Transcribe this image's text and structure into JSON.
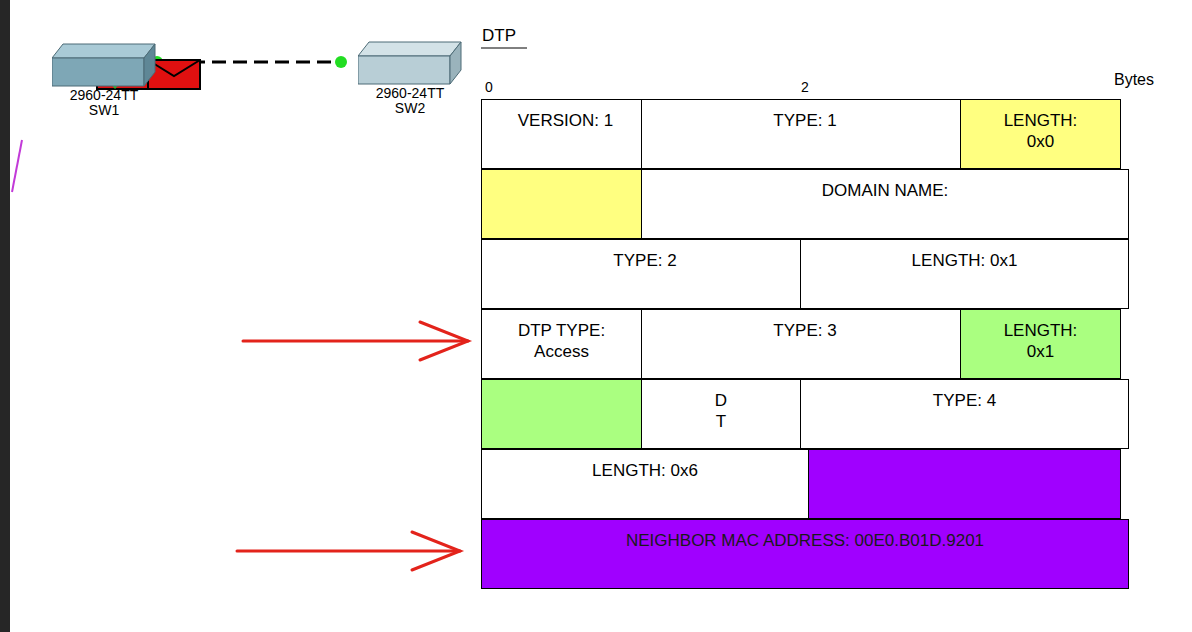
{
  "diagram": {
    "nodes": [
      {
        "text": [
          "2960-24TT",
          "SW1"
        ]
      },
      {
        "text": [
          "2960-24TT",
          "SW2"
        ]
      },
      {
        "text": [
          "VERSION: 1"
        ]
      },
      {
        "text": [
          "TYPE: 1"
        ]
      },
      {
        "text": [
          "LENGTH: 0x0"
        ]
      },
      {
        "text": [
          "DOMAIN NAME:"
        ]
      },
      {
        "text": [
          "TYPE: 2"
        ]
      },
      {
        "text": [
          "LENGTH: 0x1"
        ]
      },
      {
        "text": [
          "DTP TYPE: Access"
        ]
      },
      {
        "text": [
          "TYPE: 3"
        ]
      },
      {
        "text": [
          "LENGTH: 0x1"
        ]
      },
      {
        "text": [
          "D T"
        ]
      },
      {
        "text": [
          "TYPE: 4"
        ]
      },
      {
        "text": [
          "LENGTH: 0x6"
        ]
      },
      {
        "text": [
          "NEIGHBOR MAC ADDRESS: 00E0.B01D.9201"
        ]
      }
    ],
    "edges": [
      {
        "from": 0,
        "to": 1,
        "arrow": "none"
      }
    ],
    "labels": [
      "DTP",
      "0",
      "2",
      "Bytes"
    ]
  }
}
